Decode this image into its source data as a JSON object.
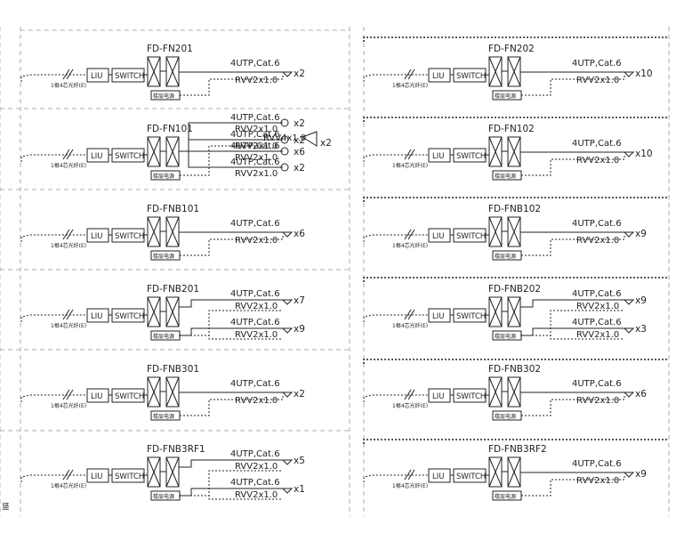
{
  "labels": {
    "fiber": "1根4芯光纤(E)",
    "liu": "LIU",
    "switch": "SWITCH",
    "power": "楼层电源",
    "utp": "4UTP,Cat.6",
    "rvv": "RVV2x1.0",
    "edge": "竖"
  },
  "panels": [
    {
      "name": "FD-FN201",
      "outlets": [
        {
          "qty": "x2"
        }
      ]
    },
    {
      "name": "FD-FN202",
      "outlets": [
        {
          "qty": "x10"
        }
      ]
    },
    {
      "name": "FD-FN101",
      "outlets": [
        {
          "qty": "x2"
        },
        {
          "qty": "x2"
        },
        {
          "qty": "x6"
        },
        {
          "qty": "x2"
        }
      ],
      "extra": {
        "text": "RVV4x1.0",
        "qty": "x2"
      }
    },
    {
      "name": "FD-FN102",
      "outlets": [
        {
          "qty": "x10"
        }
      ]
    },
    {
      "name": "FD-FNB101",
      "outlets": [
        {
          "qty": "x6"
        }
      ]
    },
    {
      "name": "FD-FNB102",
      "outlets": [
        {
          "qty": "x9"
        }
      ]
    },
    {
      "name": "FD-FNB201",
      "outlets": [
        {
          "qty": "x7"
        },
        {
          "qty": "x9"
        }
      ]
    },
    {
      "name": "FD-FNB202",
      "outlets": [
        {
          "qty": "x9"
        },
        {
          "qty": "x3"
        }
      ]
    },
    {
      "name": "FD-FNB301",
      "outlets": [
        {
          "qty": "x2"
        }
      ]
    },
    {
      "name": "FD-FNB302",
      "outlets": [
        {
          "qty": "x6"
        }
      ]
    },
    {
      "name": "FD-FNB3RF1",
      "outlets": [
        {
          "qty": "x5"
        },
        {
          "qty": "x1"
        }
      ]
    },
    {
      "name": "FD-FNB3RF2",
      "outlets": [
        {
          "qty": "x9"
        }
      ]
    }
  ]
}
